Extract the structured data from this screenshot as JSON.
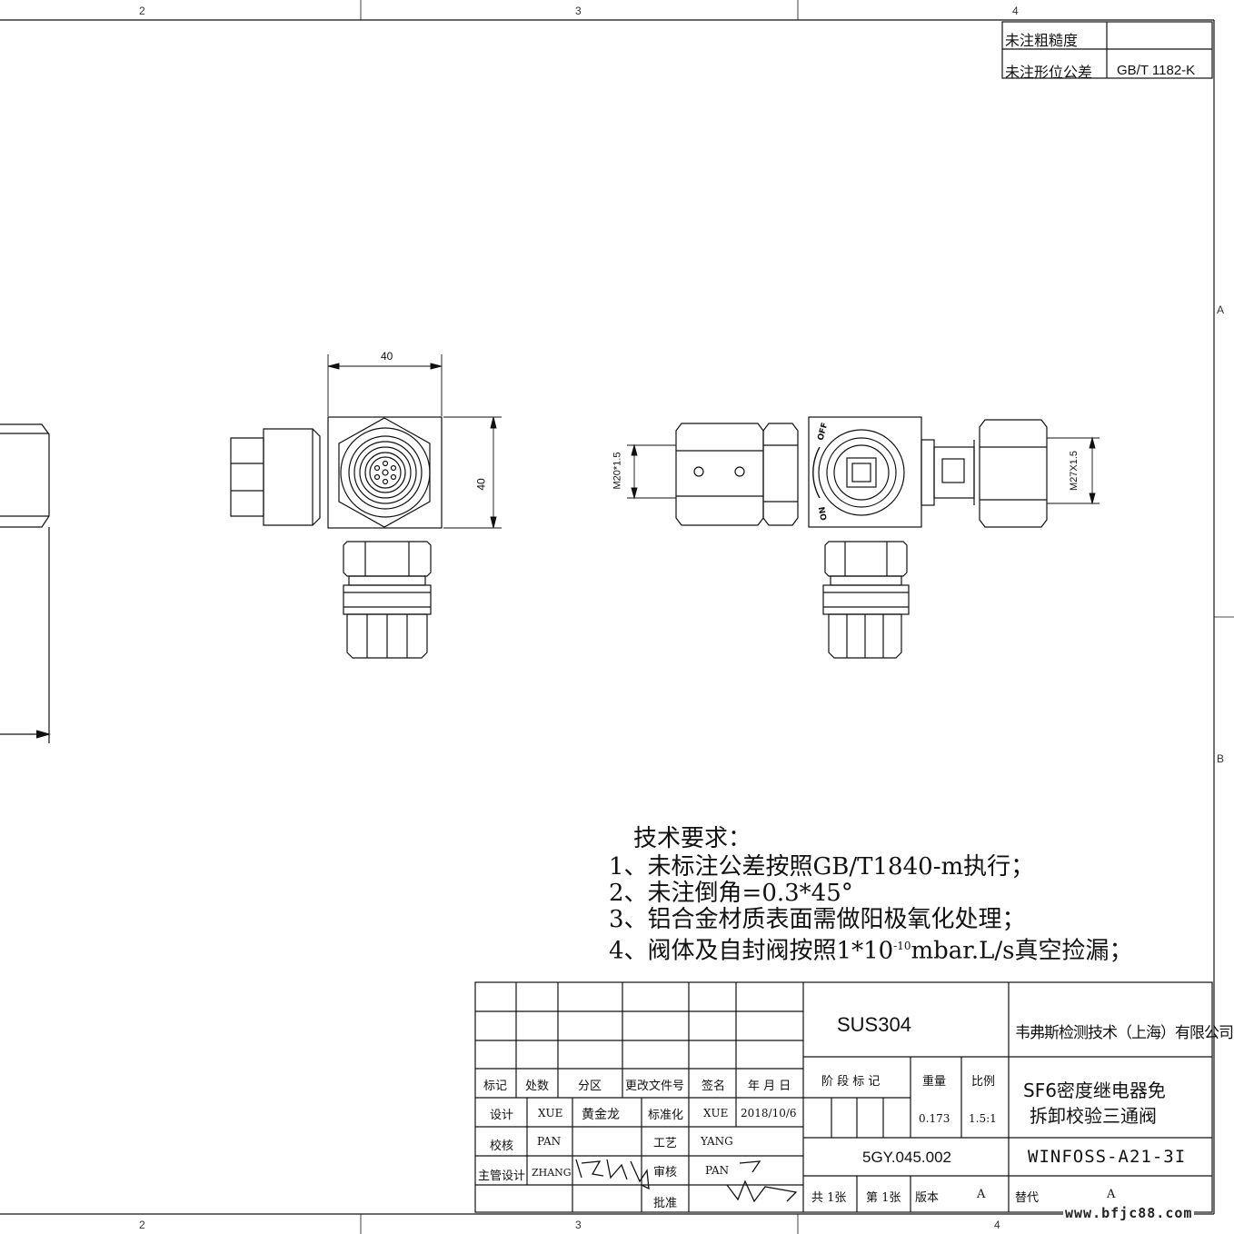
{
  "zones": {
    "top": [
      "2",
      "3",
      "4"
    ],
    "bottom": [
      "2",
      "3",
      "4"
    ],
    "right": [
      "A",
      "B"
    ]
  },
  "tolerance_box": {
    "row1_label": "未注粗糙度",
    "row1_value": "",
    "row2_label": "未注形位公差",
    "row2_value": "GB/T 1182-K"
  },
  "dimensions": {
    "width_top": "40",
    "height_right": "40",
    "thread_left": "M20*1.5",
    "thread_right": "M27X1.5"
  },
  "valve_markings": {
    "off": "OFF",
    "on": "ON"
  },
  "tech_requirements": {
    "title": "技术要求：",
    "items": [
      "1、未标注公差按照GB/T1840-m执行；",
      "2、未注倒角=0.3*45°",
      "3、铝合金材质表面需做阳极氧化处理；"
    ],
    "item4_prefix": "4、阀体及自封阀按照1*10",
    "item4_exp": "-10",
    "item4_suffix": "mbar.L/s真空捡漏；"
  },
  "title_block": {
    "headers": [
      "标记",
      "处数",
      "分区",
      "更改文件号",
      "签名",
      "年 月 日"
    ],
    "design_label": "设计",
    "design_name": "XUE",
    "design_name_cn": "黄金龙",
    "std_label": "标准化",
    "std_name": "XUE",
    "date": "2018/10/6",
    "check_label": "校核",
    "check_name": "PAN",
    "craft_label": "工艺",
    "craft_name": "YANG",
    "chief_label": "主管设计",
    "chief_name": "ZHANG",
    "review_label": "审核",
    "review_name": "PAN",
    "approve_label": "批准",
    "material": "SUS304",
    "company": "韦弗斯检测技术（上海）有限公司",
    "stage_label": "阶 段 标 记",
    "weight_label": "重量",
    "scale_label": "比例",
    "weight": "0.173",
    "scale": "1.5:1",
    "part_name_line1": "SF6密度继电器免",
    "part_name_line2": "拆卸校验三通阀",
    "drawing_number": "5GY.045.002",
    "model": "WINFOSS-A21-3I",
    "sheets_total": "共 1张",
    "sheet_no": "第 1张",
    "version_label": "版本",
    "version": "A",
    "replace_label": "替代",
    "replace": "A"
  },
  "watermark": "www.bfjc88.com"
}
